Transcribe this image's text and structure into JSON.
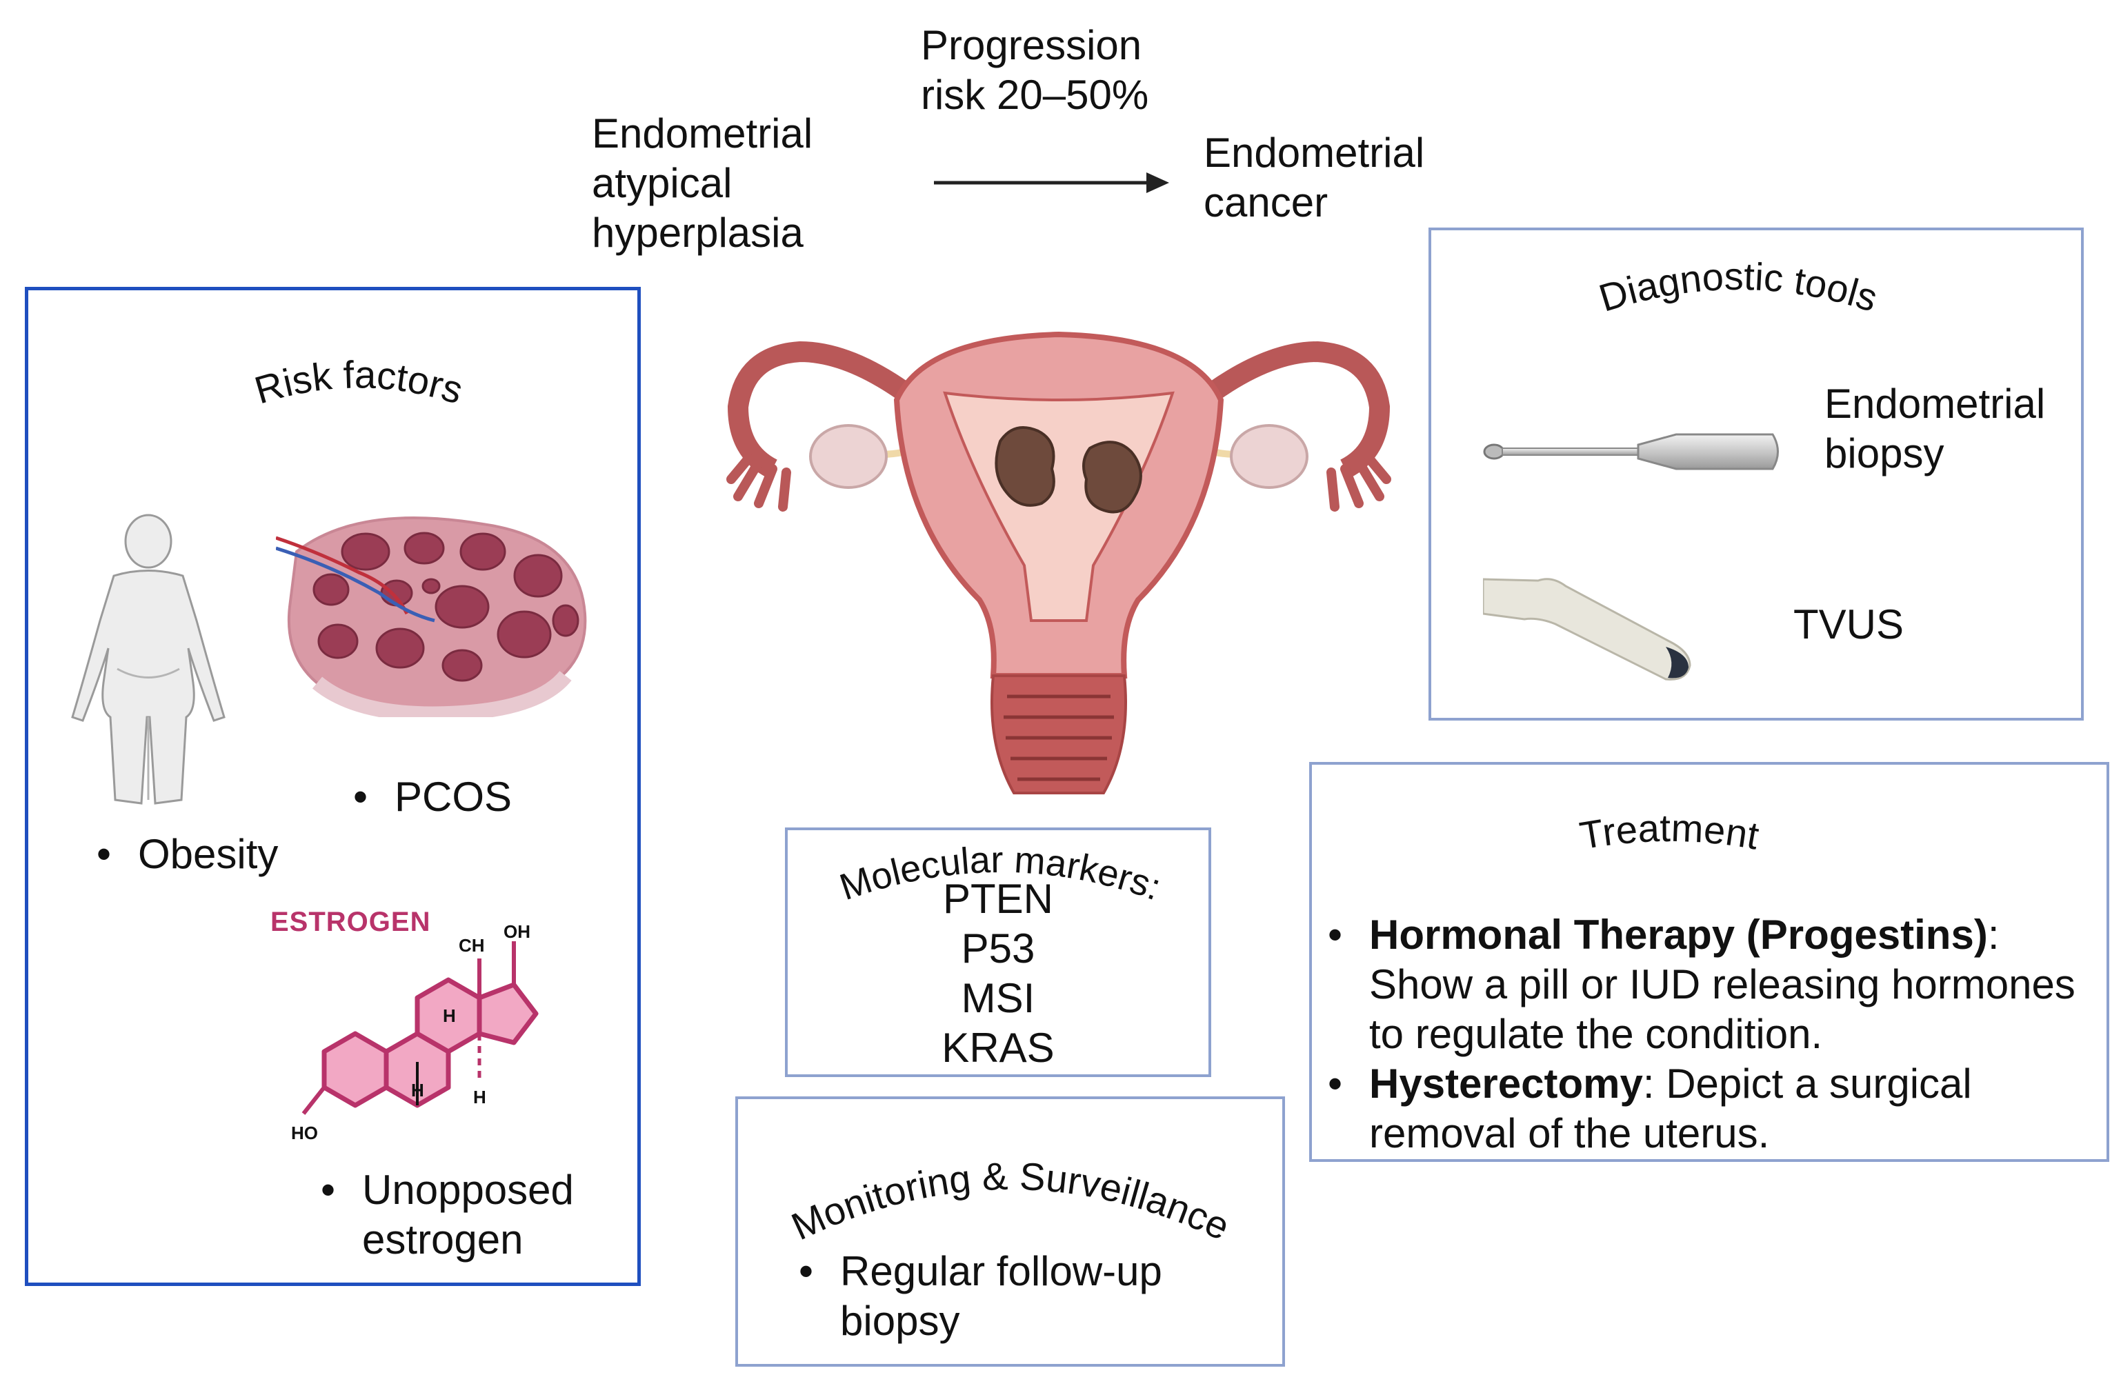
{
  "progression": {
    "from_label": "Endometrial atypical hyperplasia",
    "arrow_label": "Progression risk 20–50%",
    "to_label": "Endometrial cancer"
  },
  "risk_factors": {
    "title": "Risk factors",
    "items": [
      "Obesity",
      "PCOS",
      "Unopposed estrogen"
    ],
    "estrogen_caption": "ESTROGEN",
    "molecule_labels": [
      "CH",
      "OH",
      "H",
      "H",
      "H",
      "HO"
    ]
  },
  "molecular_markers": {
    "title": "Molecular markers:",
    "markers": [
      "PTEN",
      "P53",
      "MSI",
      "KRAS"
    ]
  },
  "monitoring": {
    "title": "Monitoring & Surveillance",
    "item": "Regular follow-up biopsy"
  },
  "diagnostic_tools": {
    "title": "Diagnostic tools",
    "items": [
      "Endometrial biopsy",
      "TVUS"
    ]
  },
  "treatment": {
    "title": "Treatment",
    "items": [
      {
        "bold": "Hormonal Therapy (Progestins)",
        "rest": ": Show a pill or IUD releasing hormones to regulate the condition."
      },
      {
        "bold": "Hysterectomy",
        "rest": ": Depict a surgical removal of the uterus."
      }
    ]
  },
  "colors": {
    "risk_box_border": "#1f4fbf",
    "panel_border": "#8ea2cf",
    "estrogen_pink": "#b8336a",
    "uterus": "#c25a5a",
    "arrow": "#222222"
  }
}
